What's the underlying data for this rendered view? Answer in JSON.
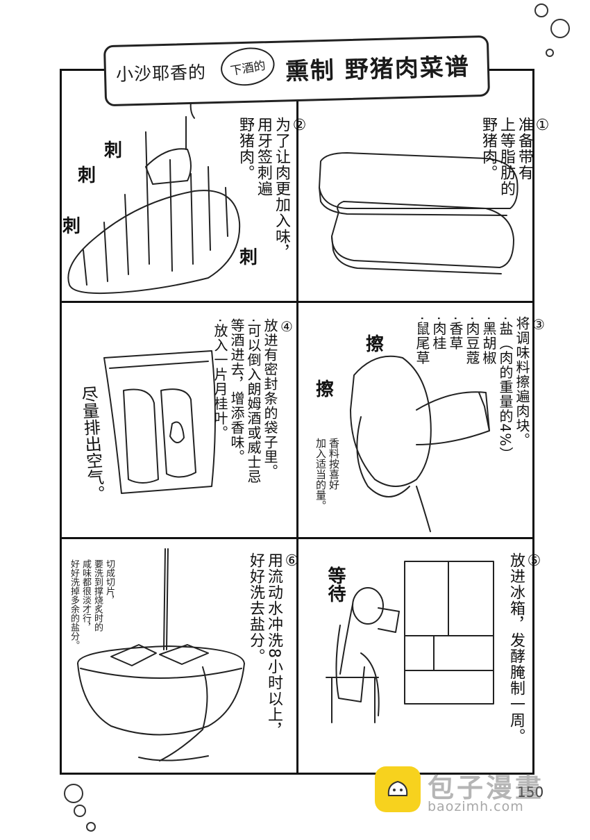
{
  "title": {
    "prefix": "小沙耶香的",
    "bubble": "下酒的",
    "main": "熏制 野猪肉菜谱"
  },
  "steps": [
    {
      "lines": [
        "①",
        "准备带有",
        "上等脂肪的",
        "野猪肉。"
      ]
    },
    {
      "lines": [
        "②",
        "为了让肉更加入味，",
        "用牙签刺遍",
        "野猪肉。"
      ]
    },
    {
      "lines": [
        "③",
        "将调味料擦遍肉块。",
        "·盐（肉的重量的4%）",
        "·黑胡椒",
        "·肉豆蔻",
        "·香草",
        "·肉桂",
        "·鼠尾草"
      ]
    },
    {
      "lines": [
        "④",
        "放进有密封条的袋子里。",
        "·可以倒入朗姆酒或威士忌",
        "等酒进去，增添香味。",
        "·放入一片月桂叶。"
      ]
    },
    {
      "lines": [
        "⑤",
        "放进冰箱，发酵腌制一周。"
      ]
    },
    {
      "lines": [
        "⑥",
        "用流动水冲洗8小时以上，",
        "好好洗去盐分。"
      ]
    }
  ],
  "sfx": {
    "stab": "刺",
    "rub": "擦",
    "wait": "等待"
  },
  "notes": {
    "spice": [
      "香料按喜好",
      "加入适当的量。"
    ],
    "air": "尽量排出空气。",
    "slice": [
      "切成切片，",
      "要洗到撑烧炙时的",
      "咸味都很淡才行，",
      "好好洗掉多余的盐分。"
    ]
  },
  "page_number": "150",
  "watermark": {
    "name": "包子漫畫",
    "url": "baozimh.com"
  }
}
